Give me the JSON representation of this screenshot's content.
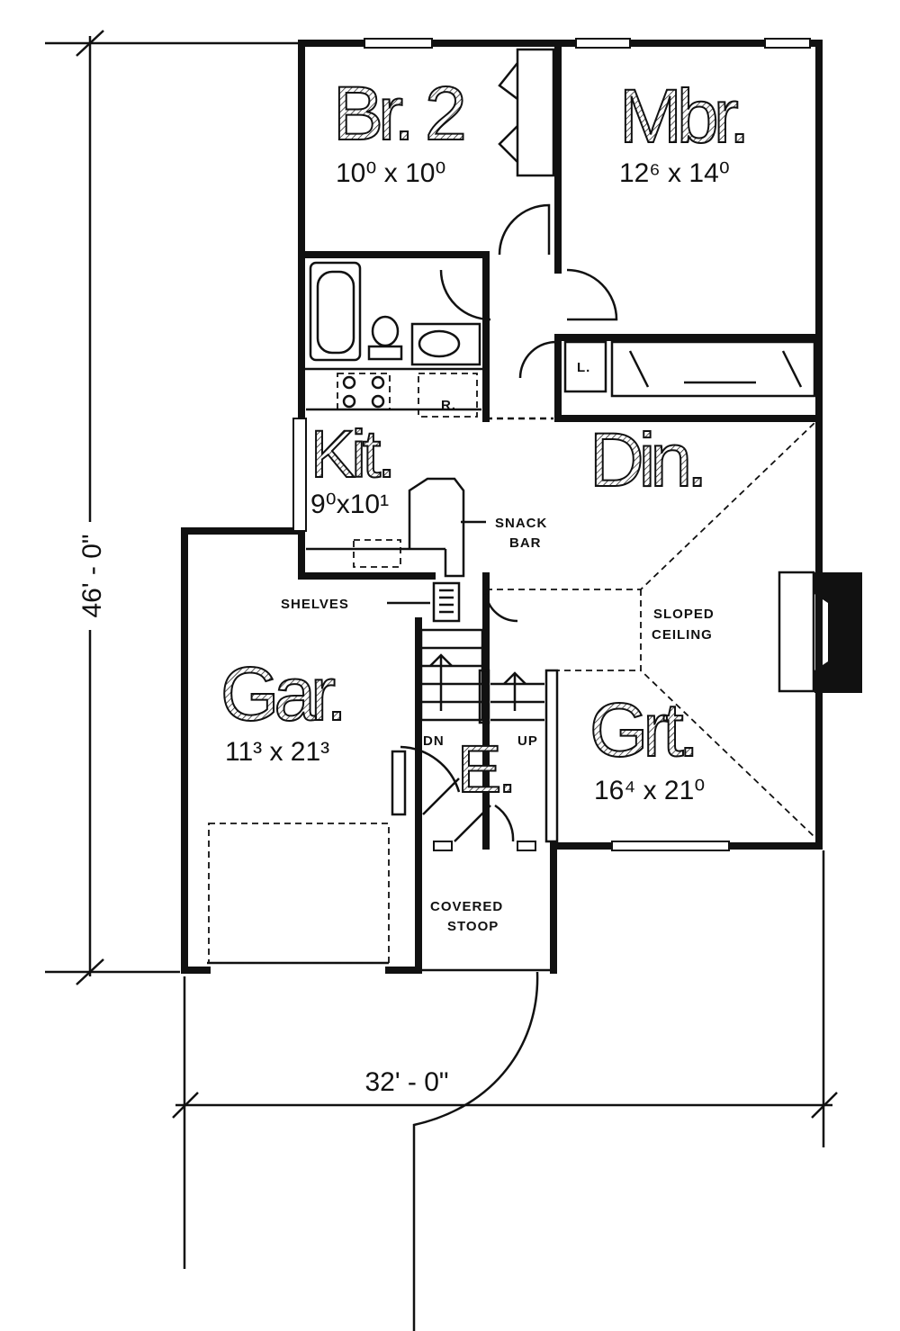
{
  "plan": {
    "overall_depth": "46' - 0\"",
    "overall_width": "32' - 0\"",
    "rooms": {
      "br2": {
        "name": "Br. 2",
        "size": "10⁰ x 10⁰"
      },
      "mbr": {
        "name": "Mbr.",
        "size": "12⁶ x 14⁰"
      },
      "kit": {
        "name": "Kit.",
        "size": "9⁰x10¹"
      },
      "din": {
        "name": "Din."
      },
      "gar": {
        "name": "Gar.",
        "size": "11³ x 21³"
      },
      "entry": {
        "name": "E."
      },
      "grt": {
        "name": "Grt.",
        "size": "16⁴ x 21⁰"
      }
    },
    "notes": {
      "snack_bar_1": "SNACK",
      "snack_bar_2": "BAR",
      "shelves": "SHELVES",
      "sloped_1": "SLOPED",
      "sloped_2": "CEILING",
      "stoop_1": "COVERED",
      "stoop_2": "STOOP",
      "dn": "DN",
      "up": "UP",
      "linen": "L.",
      "refrigerator": "R."
    }
  }
}
